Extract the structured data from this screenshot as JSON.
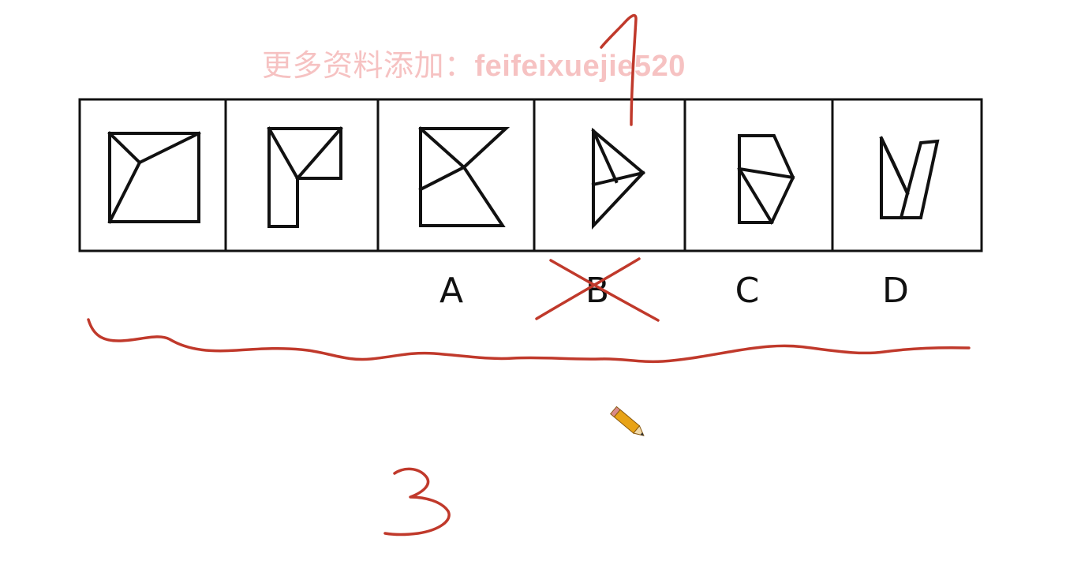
{
  "watermark": {
    "prefix": "更多资料添加：",
    "account": "feifeixuejie520"
  },
  "puzzle": {
    "cells": [
      {
        "role": "given",
        "label": ""
      },
      {
        "role": "given",
        "label": ""
      },
      {
        "role": "option",
        "label": "A"
      },
      {
        "role": "option",
        "label": "B"
      },
      {
        "role": "option",
        "label": "C"
      },
      {
        "role": "option",
        "label": "D"
      }
    ]
  },
  "annotations": {
    "handwritten_top": "1",
    "handwritten_bottom": "3",
    "crossed_out_option": "B",
    "ink_color": "#c0392b"
  },
  "cursor": {
    "icon": "pencil-icon"
  }
}
